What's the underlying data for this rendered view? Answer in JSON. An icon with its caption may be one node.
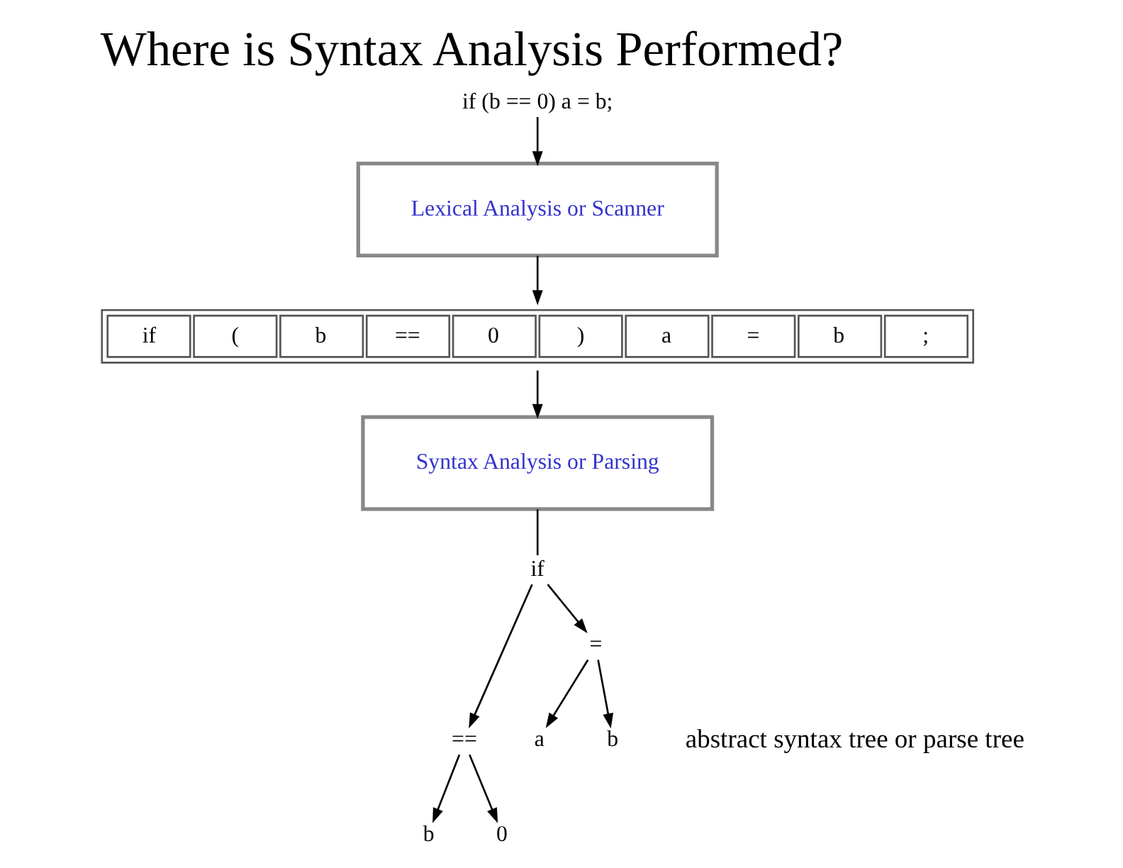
{
  "diagram": {
    "title": "Where is Syntax Analysis Performed?",
    "nodes": [
      {
        "text": [
          "if (b == 0) a = b;"
        ]
      },
      {
        "text": [
          "Lexical Analysis or Scanner"
        ]
      },
      {
        "text": [
          "if",
          "(",
          "b",
          "==",
          "0",
          ")",
          "a",
          "=",
          "b",
          ";"
        ]
      },
      {
        "text": [
          "Syntax Analysis or Parsing"
        ]
      },
      {
        "text": [
          "if"
        ]
      },
      {
        "text": [
          "=="
        ]
      },
      {
        "text": [
          "="
        ]
      },
      {
        "text": [
          "b"
        ]
      },
      {
        "text": [
          "0"
        ]
      },
      {
        "text": [
          "a"
        ]
      },
      {
        "text": [
          "b"
        ]
      }
    ],
    "edges": [
      {
        "from": 0,
        "to": 1,
        "arrow": "to"
      },
      {
        "from": 1,
        "to": 2,
        "arrow": "to"
      },
      {
        "from": 2,
        "to": 3,
        "arrow": "to"
      },
      {
        "from": 3,
        "to": 4,
        "arrow": "none"
      },
      {
        "from": 4,
        "to": 5,
        "arrow": "to"
      },
      {
        "from": 4,
        "to": 6,
        "arrow": "to"
      },
      {
        "from": 5,
        "to": 7,
        "arrow": "to"
      },
      {
        "from": 5,
        "to": 8,
        "arrow": "to"
      },
      {
        "from": 6,
        "to": 9,
        "arrow": "to"
      },
      {
        "from": 6,
        "to": 10,
        "arrow": "to"
      }
    ],
    "labels": [
      "abstract syntax tree or parse tree"
    ]
  }
}
